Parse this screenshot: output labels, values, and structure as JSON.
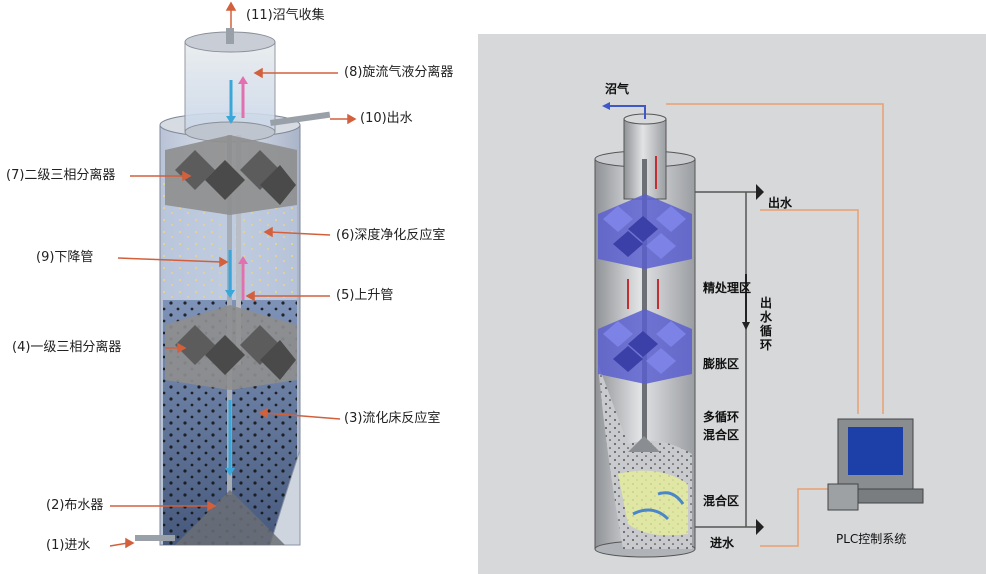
{
  "left_diagram": {
    "labels": {
      "l11": "(11)沼气收集",
      "l8": "(8)旋流气液分离器",
      "l10": "(10)出水",
      "l7": "(7)二级三相分离器",
      "l6": "(6)深度净化反应室",
      "l9": "(9)下降管",
      "l5": "(5)上升管",
      "l4": "(4)一级三相分离器",
      "l3": "(3)流化床反应室",
      "l2": "(2)布水器",
      "l1": "(1)进水"
    }
  },
  "right_diagram": {
    "labels": {
      "biogas": "沼气",
      "outlet": "出水",
      "recirc": "出水循环",
      "zone1": "精处理区",
      "zone2": "膨胀区",
      "zone3a": "多循环",
      "zone3b": "混合区",
      "zone4": "混合区",
      "inlet": "进水",
      "plc": "PLC控制系统"
    }
  },
  "colors": {
    "arrow": "#d2603c",
    "tank_blue": "#8fa8c8",
    "separator": "#7a7a7a",
    "right_bg": "#d6d8da",
    "blue_blocks": "#5a5fcf",
    "plc_line": "#e8a070"
  }
}
